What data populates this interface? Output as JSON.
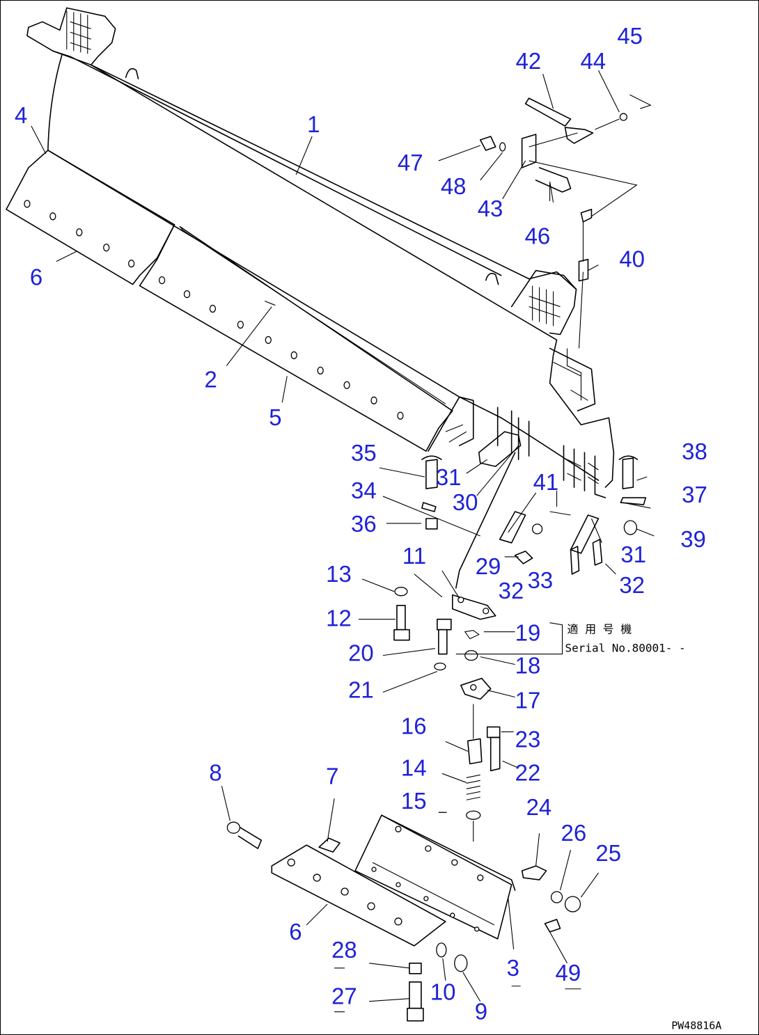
{
  "diagram": {
    "drawing_code": "PW48816A",
    "serial_note": {
      "jp": "適 用 号 機",
      "en": "Serial No.80001- -"
    },
    "callouts": [
      {
        "id": "c1",
        "label": "1"
      },
      {
        "id": "c2",
        "label": "2"
      },
      {
        "id": "c3",
        "label": "3"
      },
      {
        "id": "c4",
        "label": "4"
      },
      {
        "id": "c5",
        "label": "5"
      },
      {
        "id": "c6a",
        "label": "6"
      },
      {
        "id": "c6b",
        "label": "6"
      },
      {
        "id": "c7",
        "label": "7"
      },
      {
        "id": "c8",
        "label": "8"
      },
      {
        "id": "c9",
        "label": "9"
      },
      {
        "id": "c10",
        "label": "10"
      },
      {
        "id": "c11",
        "label": "11"
      },
      {
        "id": "c12",
        "label": "12"
      },
      {
        "id": "c13",
        "label": "13"
      },
      {
        "id": "c14",
        "label": "14"
      },
      {
        "id": "c15",
        "label": "15"
      },
      {
        "id": "c16",
        "label": "16"
      },
      {
        "id": "c17",
        "label": "17"
      },
      {
        "id": "c18",
        "label": "18"
      },
      {
        "id": "c19",
        "label": "19"
      },
      {
        "id": "c20",
        "label": "20"
      },
      {
        "id": "c21",
        "label": "21"
      },
      {
        "id": "c22",
        "label": "22"
      },
      {
        "id": "c23",
        "label": "23"
      },
      {
        "id": "c24",
        "label": "24"
      },
      {
        "id": "c25",
        "label": "25"
      },
      {
        "id": "c26",
        "label": "26"
      },
      {
        "id": "c27",
        "label": "27"
      },
      {
        "id": "c28",
        "label": "28"
      },
      {
        "id": "c29",
        "label": "29"
      },
      {
        "id": "c30",
        "label": "30"
      },
      {
        "id": "c31a",
        "label": "31"
      },
      {
        "id": "c31b",
        "label": "31"
      },
      {
        "id": "c32a",
        "label": "32"
      },
      {
        "id": "c32b",
        "label": "32"
      },
      {
        "id": "c33",
        "label": "33"
      },
      {
        "id": "c34",
        "label": "34"
      },
      {
        "id": "c35",
        "label": "35"
      },
      {
        "id": "c36",
        "label": "36"
      },
      {
        "id": "c37",
        "label": "37"
      },
      {
        "id": "c38",
        "label": "38"
      },
      {
        "id": "c39",
        "label": "39"
      },
      {
        "id": "c40",
        "label": "40"
      },
      {
        "id": "c41",
        "label": "41"
      },
      {
        "id": "c42",
        "label": "42"
      },
      {
        "id": "c43",
        "label": "43"
      },
      {
        "id": "c44",
        "label": "44"
      },
      {
        "id": "c45",
        "label": "45"
      },
      {
        "id": "c46",
        "label": "46"
      },
      {
        "id": "c47",
        "label": "47"
      },
      {
        "id": "c48",
        "label": "48"
      },
      {
        "id": "c49",
        "label": "49"
      }
    ]
  }
}
